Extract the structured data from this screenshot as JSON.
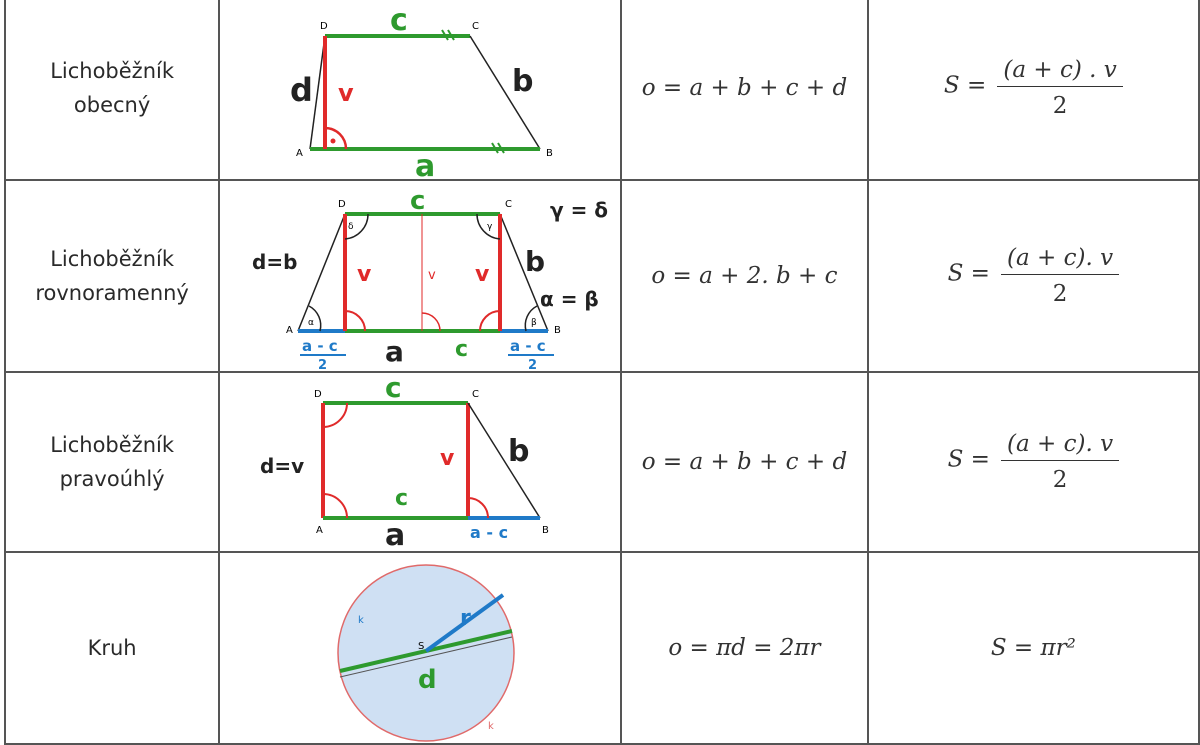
{
  "rows": [
    {
      "name_line1": "Lichoběžník",
      "name_line2": "obecný",
      "perimeter": "o = a + b + c + d",
      "area_lhs": "S =",
      "area_num": "(a + c) . v",
      "area_den": "2",
      "figure_labels": {
        "A": "A",
        "B": "B",
        "C": "C",
        "D": "D",
        "a": "a",
        "b": "b",
        "c": "c",
        "d": "d",
        "v": "v"
      }
    },
    {
      "name_line1": "Lichoběžník",
      "name_line2": "rovnoramenný",
      "perimeter": "o = a + 2. b + c",
      "area_lhs": "S =",
      "area_num": "(a + c). v",
      "area_den": "2",
      "figure_labels": {
        "A": "A",
        "B": "B",
        "C": "C",
        "D": "D",
        "a": "a",
        "b": "b",
        "c": "c",
        "c2": "c",
        "v": "v",
        "v2": "v",
        "v3": "v",
        "d_eq_b": "d=b",
        "gamma_delta": "γ = δ",
        "alpha_beta": "α = β",
        "frac_num": "a - c",
        "frac_den": "2",
        "alpha": "α",
        "beta": "β",
        "gamma": "γ",
        "delta": "δ"
      }
    },
    {
      "name_line1": "Lichoběžník",
      "name_line2": "pravoúhlý",
      "perimeter": "o = a + b + c + d",
      "area_lhs": "S =",
      "area_num": "(a + c). v",
      "area_den": "2",
      "figure_labels": {
        "A": "A",
        "B": "B",
        "C": "C",
        "D": "D",
        "a": "a",
        "b": "b",
        "c": "c",
        "c2": "c",
        "d_eq_v": "d=v",
        "v": "v",
        "a_minus_c": "a - c"
      }
    },
    {
      "name_line1": "Kruh",
      "name_line2": "",
      "perimeter": "o = πd = 2πr",
      "area": "S = πr²",
      "figure_labels": {
        "S": "S",
        "r": "r",
        "d": "d",
        "k": "k",
        "k2": "k"
      }
    }
  ],
  "colors": {
    "green": "#2e9a2e",
    "red": "#e02a2a",
    "blue": "#1f7ac8",
    "circle_fill": "#cfe0f3"
  }
}
